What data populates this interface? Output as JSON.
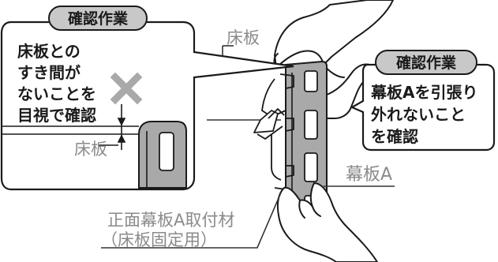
{
  "left_callout": {
    "title": "確認作業",
    "lines": [
      "床板との",
      "すき間が",
      "ないことを",
      "目視で確認"
    ],
    "floor_label": "床板"
  },
  "right_callout": {
    "title": "確認作業",
    "lines": [
      "幕板Aを引張り",
      "外れないこと",
      "を確認"
    ]
  },
  "labels": {
    "floor_top": "床板",
    "panel_a": "幕板A",
    "bracket_line1": "正面幕板A取付材",
    "bracket_line2": "（床板固定用）"
  },
  "colors": {
    "ink": "#1a1a1a",
    "panel_fill": "#a9a9a9",
    "label_gray": "#8a8a8a",
    "badge_fill": "#c8c8c8"
  },
  "icons": {
    "gap_mark": "cross-mark-icon",
    "hands": "hand-icon"
  }
}
